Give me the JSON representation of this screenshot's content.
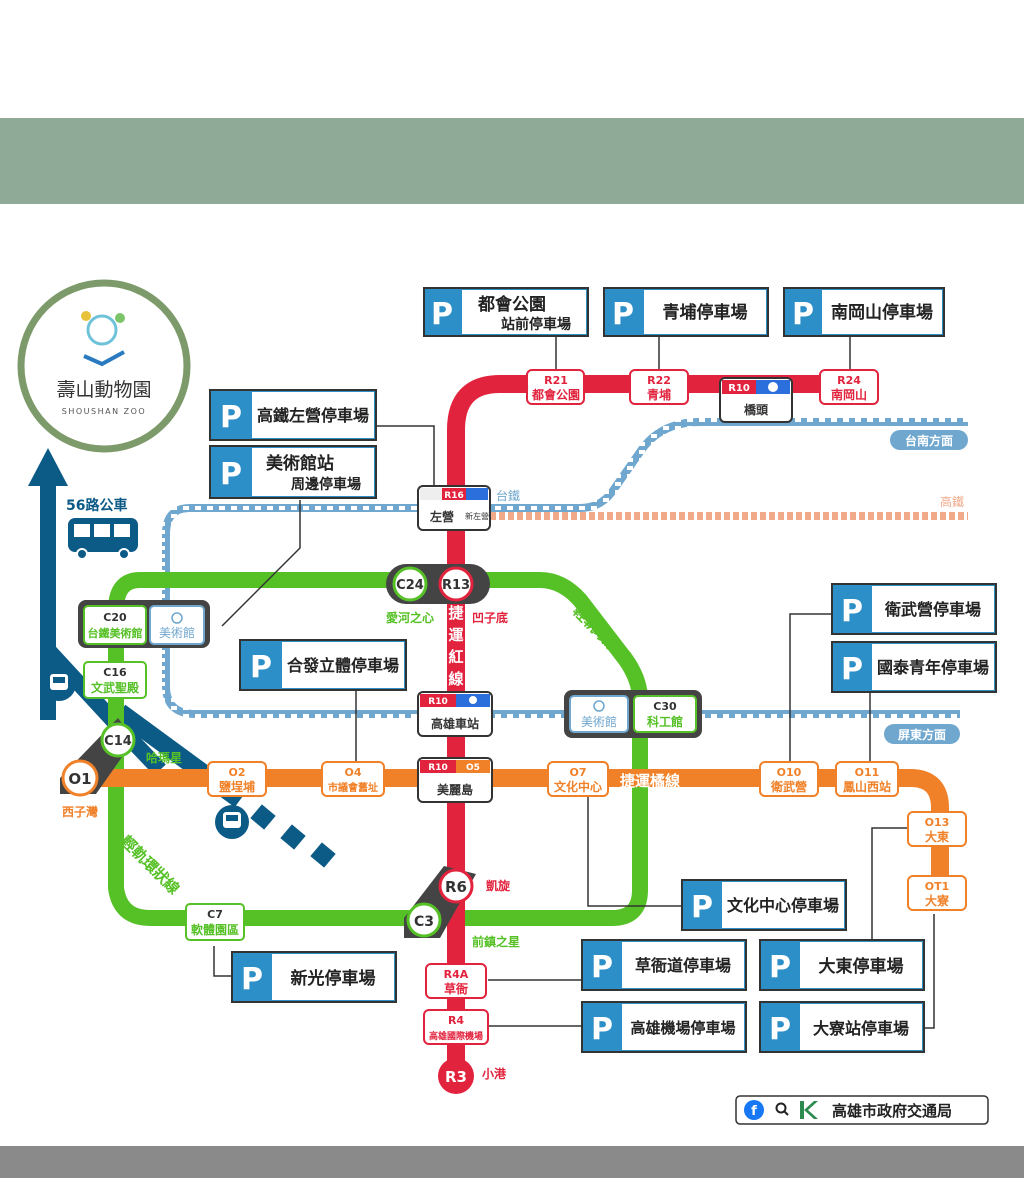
{
  "zoo": {
    "name_zh": "壽山動物園",
    "name_en": "SHOUSHAN ZOO"
  },
  "bus": {
    "label": "56路公車"
  },
  "directions": {
    "tainan": "台南方面",
    "pingtung": "屏東方面",
    "tra": "台鐵",
    "thsr": "高鐵"
  },
  "lines": {
    "red": {
      "name_vertical": [
        "捷",
        "運",
        "紅",
        "線"
      ],
      "color": "#e2233d"
    },
    "orange": {
      "name": "捷運橘線",
      "color": "#f08128"
    },
    "light_rail": {
      "name": "輕軌環狀線",
      "color": "#56c126"
    },
    "tra_color": "#6fa7cf",
    "thsr_color": "#f0a989",
    "bus_color": "#0c5a86"
  },
  "stations": {
    "R21": {
      "code": "R21",
      "name": "都會公園"
    },
    "R22": {
      "code": "R22",
      "name": "青埔"
    },
    "R10top": {
      "code": "R10",
      "name": "橋頭"
    },
    "R24": {
      "code": "R24",
      "name": "南岡山"
    },
    "R16": {
      "code": "R16",
      "name": "左營",
      "sub": "新左營"
    },
    "R13": {
      "code": "R13",
      "name": "凹子底"
    },
    "C24": {
      "code": "C24",
      "name": "愛河之心"
    },
    "C20": {
      "code": "C20",
      "name": "台鐵美術館"
    },
    "C20b": {
      "name": "美術館"
    },
    "C16": {
      "code": "C16",
      "name": "文武聖殿"
    },
    "C14": {
      "code": "C14",
      "name": "哈瑪星"
    },
    "O1": {
      "code": "O1",
      "name": "西子灣"
    },
    "O2": {
      "code": "O2",
      "name": "鹽埕埔"
    },
    "O4": {
      "code": "O4",
      "name": "市議會舊址"
    },
    "R11": {
      "code": "R10",
      "name": "高雄車站"
    },
    "O5": {
      "code_r": "R10",
      "code_o": "O5",
      "name": "美麗島"
    },
    "O7": {
      "code": "O7",
      "name": "文化中心"
    },
    "C30": {
      "code": "C30",
      "name": "科工館"
    },
    "C30b": {
      "name": "美術館"
    },
    "O10": {
      "code": "O10",
      "name": "衛武營"
    },
    "O11": {
      "code": "O11",
      "name": "鳳山西站"
    },
    "O13": {
      "code": "O13",
      "name": "大東"
    },
    "OT1": {
      "code": "OT1",
      "name": "大寮"
    },
    "R6": {
      "code": "R6",
      "name": "凱旋"
    },
    "C3": {
      "code": "C3",
      "name": "前鎮之星"
    },
    "C7": {
      "code": "C7",
      "name": "軟體園區"
    },
    "R4A": {
      "code": "R4A",
      "name": "草衙"
    },
    "R4": {
      "code": "R4",
      "name": "高雄國際機場"
    },
    "R3": {
      "code": "R3",
      "name": "小港"
    }
  },
  "parking": {
    "p_letter": "P",
    "dhgy": {
      "line1": "都會公園",
      "line2": "站前停車場"
    },
    "qingpu": "青埔停車場",
    "nangangshan": "南岡山停車場",
    "zuoying": "高鐵左營停車場",
    "museum": {
      "line1": "美術館站",
      "line2": "周邊停車場"
    },
    "hefa": "合發立體停車場",
    "weiwuying": "衛武營停車場",
    "cathay": "國泰青年停車場",
    "culture": "文化中心停車場",
    "caoya": "草衙道停車場",
    "dadong": "大東停車場",
    "shinkong": "新光停車場",
    "airport": "高雄機場停車場",
    "daliao": "大寮站停車場"
  },
  "credit": {
    "org": "高雄市政府交通局"
  }
}
